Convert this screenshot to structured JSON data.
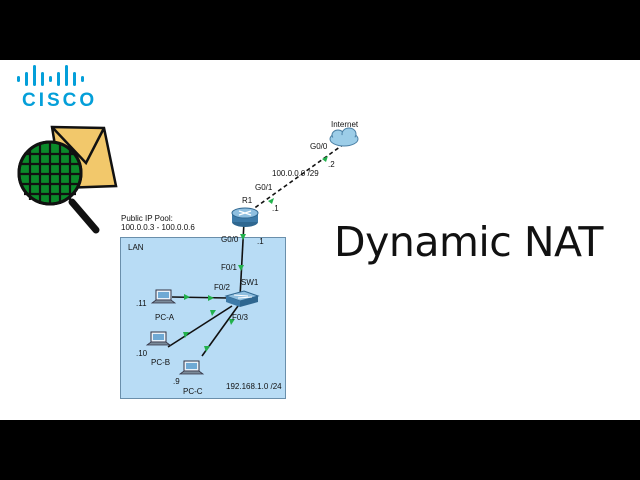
{
  "brand": {
    "name": "CISCO",
    "color": "#049fd9"
  },
  "title": "Dynamic NAT",
  "icons": {
    "logo": "cisco-logo-icon",
    "search": "magnifier-envelope-icon"
  },
  "pool": {
    "line1": "Public IP Pool:",
    "line2": "100.0.0.3 - 100.0.0.6"
  },
  "lan": {
    "label": "LAN",
    "subnet": "192.168.1.0 /24",
    "color": "#b8dcf5"
  },
  "devices": {
    "internet": "Internet",
    "router": "R1",
    "switch": "SW1",
    "pc_a": "PC-A",
    "pc_b": "PC-B",
    "pc_c": "PC-C"
  },
  "links": {
    "wan_subnet": "100.0.0.0 /29",
    "internet_port": "G0/0",
    "internet_host": ".2",
    "r1_wan_port": "G0/1",
    "r1_wan_host": ".1",
    "r1_lan_port": "G0/0",
    "r1_lan_host": ".1",
    "sw_uplink": "F0/1",
    "sw_pc_a_port": "F0/2",
    "sw_pc_c_port": "F0/3",
    "pc_a_host": ".11",
    "pc_b_host": ".10",
    "pc_c_host": ".9"
  }
}
